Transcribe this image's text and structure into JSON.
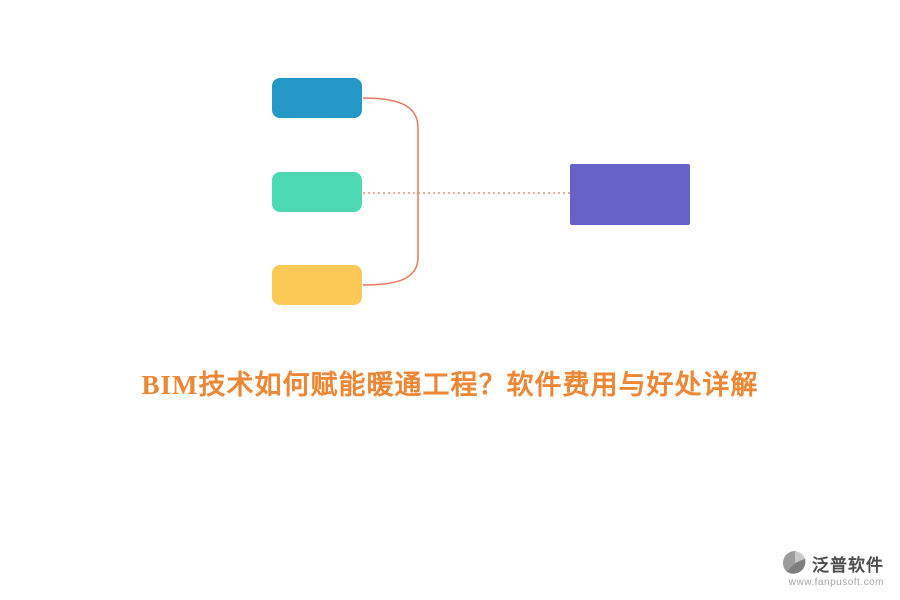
{
  "title": {
    "text": "BIM技术如何赋能暖通工程？软件费用与好处详解",
    "color": "#EE8633"
  },
  "diagram": {
    "connector_color": "#E8795B",
    "nodes": [
      {
        "id": "branch-top",
        "color": "#2499C8"
      },
      {
        "id": "branch-middle",
        "color": "#4ED9B5"
      },
      {
        "id": "branch-bottom",
        "color": "#FBC955"
      },
      {
        "id": "root",
        "color": "#6662C8"
      }
    ]
  },
  "footer": {
    "brand": "泛普软件",
    "url": "www.fanpusoft.com",
    "brand_color": "#4D4D4D",
    "url_color": "#A6A6A6",
    "logo_color": "#9C9C9C",
    "logo_color_dark": "#7E7E7E"
  }
}
